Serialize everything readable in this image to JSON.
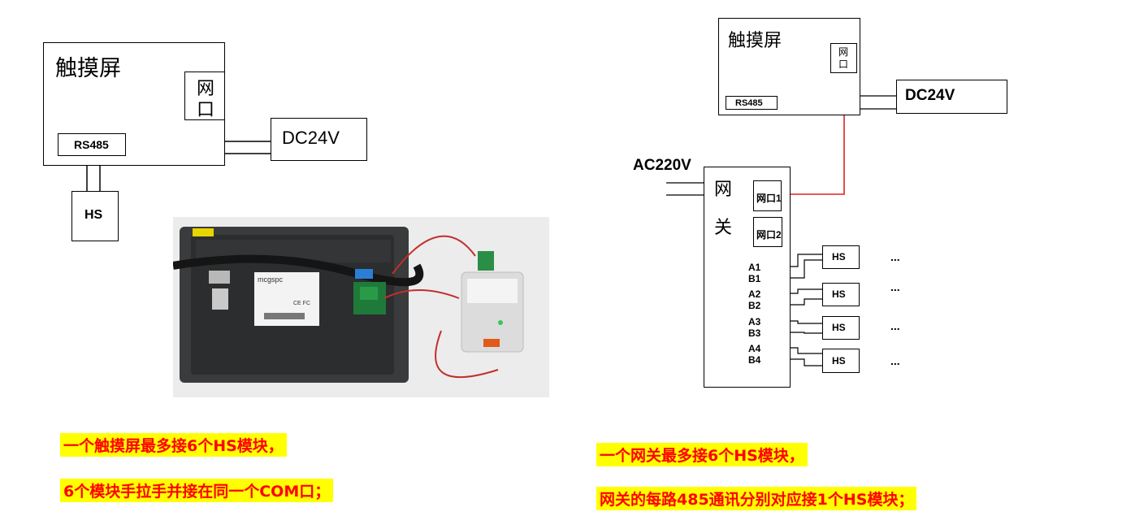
{
  "left_diagram": {
    "touchscreen_label": "触摸屏",
    "net_port_label_line1": "网",
    "net_port_label_line2": "口",
    "rs485_label": "RS485",
    "dc_label": "DC24V",
    "hs_label": "HS"
  },
  "photo": {
    "brand_text": "mcgspc",
    "fc_text": "CE FC"
  },
  "right_diagram": {
    "touchscreen_label": "触摸屏",
    "net_port_label_line1": "网",
    "net_port_label_line2": "口",
    "rs485_label": "RS485",
    "dc_label": "DC24V",
    "ac_label": "AC220V",
    "gateway_label_line1": "网",
    "gateway_label_line2": "关",
    "port1_label": "网口1",
    "port2_label": "网口2",
    "channels": [
      {
        "a": "A1",
        "b": "B1",
        "hs": "HS",
        "more": "..."
      },
      {
        "a": "A2",
        "b": "B2",
        "hs": "HS",
        "more": "..."
      },
      {
        "a": "A3",
        "b": "B3",
        "hs": "HS",
        "more": "..."
      },
      {
        "a": "A4",
        "b": "B4",
        "hs": "HS",
        "more": "..."
      }
    ]
  },
  "captions": {
    "left_line1": "一个触摸屏最多接6个HS模块，",
    "left_line2": "6个模块手拉手并接在同一个COM口；",
    "right_line1": "一个网关最多接6个HS模块，",
    "right_line2": "网关的每路485通讯分别对应接1个HS模块；"
  },
  "colors": {
    "highlight": "#ffff00",
    "caption_text": "#ff0000",
    "red_wire": "#e02020"
  }
}
